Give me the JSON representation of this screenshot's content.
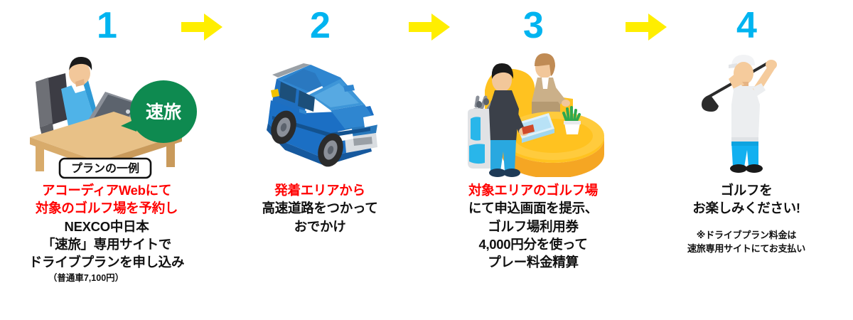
{
  "theme": {
    "number_color": "#00b4f0",
    "arrow_color": "#ffee00",
    "highlight_color": "#ff0000",
    "body_text_color": "#111111",
    "bubble_color": "#0e8a50",
    "background": "#ffffff"
  },
  "steps": [
    {
      "number": "1",
      "art_name": "person-at-desk-with-laptop",
      "bubble_label": "速旅",
      "tag_label": "プランの一例",
      "caption_lines": [
        {
          "text": "アコーディアWebにて",
          "color": "red"
        },
        {
          "text": "対象のゴルフ場を予約し",
          "color": "red"
        },
        {
          "text": "NEXCO中日本",
          "color": "black"
        },
        {
          "text": "「速旅」専用サイトで",
          "color": "black"
        },
        {
          "text": "ドライブプランを申し込み",
          "color": "black"
        }
      ],
      "sub_note": "（普通車7,100円）"
    },
    {
      "number": "2",
      "art_name": "blue-suv-car",
      "caption_lines": [
        {
          "text": "発着エリアから",
          "color": "red"
        },
        {
          "text": "高速道路をつかって",
          "color": "black"
        },
        {
          "text": "おでかけ",
          "color": "black"
        }
      ]
    },
    {
      "number": "3",
      "art_name": "golf-course-reception-counter",
      "caption_lines": [
        {
          "text": "対象エリアのゴルフ場",
          "color": "red"
        },
        {
          "text": "にて申込画面を提示、",
          "color": "black"
        },
        {
          "text": "ゴルフ場利用券",
          "color": "black"
        },
        {
          "text": "4,000円分を使って",
          "color": "black"
        },
        {
          "text": "プレー料金精算",
          "color": "black"
        }
      ]
    },
    {
      "number": "4",
      "art_name": "golfer-swinging-club",
      "caption_lines": [
        {
          "text": "ゴルフを",
          "color": "black"
        },
        {
          "text": "お楽しみください!",
          "color": "black"
        }
      ],
      "footnote_lines": [
        "※ドライブプラン料金は",
        "速旅専用サイトにてお支払い"
      ]
    }
  ],
  "arrows": [
    {
      "name": "arrow-step1-to-step2"
    },
    {
      "name": "arrow-step2-to-step3"
    },
    {
      "name": "arrow-step3-to-step4"
    }
  ]
}
